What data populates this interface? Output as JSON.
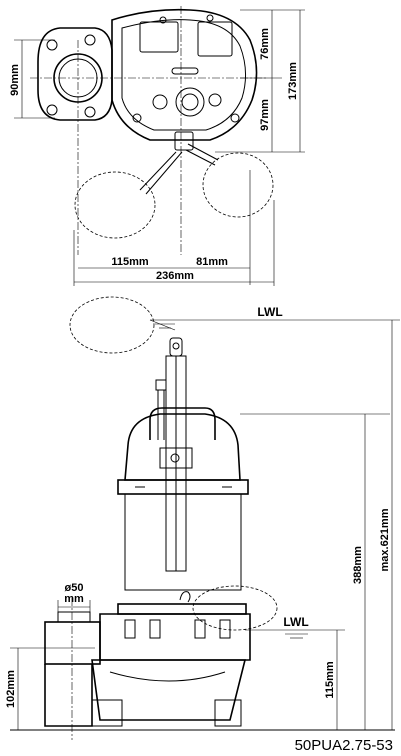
{
  "top_view": {
    "dim_width_left": "115mm",
    "dim_width_right": "81mm",
    "dim_width_total": "236mm",
    "dim_flange": "90mm",
    "dim_upper": "76mm",
    "dim_lower": "97mm",
    "dim_total_height": "173mm"
  },
  "side_view": {
    "lwl_top": "LWL",
    "lwl_bottom": "LWL",
    "dim_outlet_label": "ø50",
    "dim_outlet_unit": "mm",
    "dim_float_height": "388mm",
    "dim_max_height": "max.621mm",
    "dim_base_left": "102mm",
    "dim_base_right": "115mm"
  },
  "model_code": "50PUA2.75-53"
}
